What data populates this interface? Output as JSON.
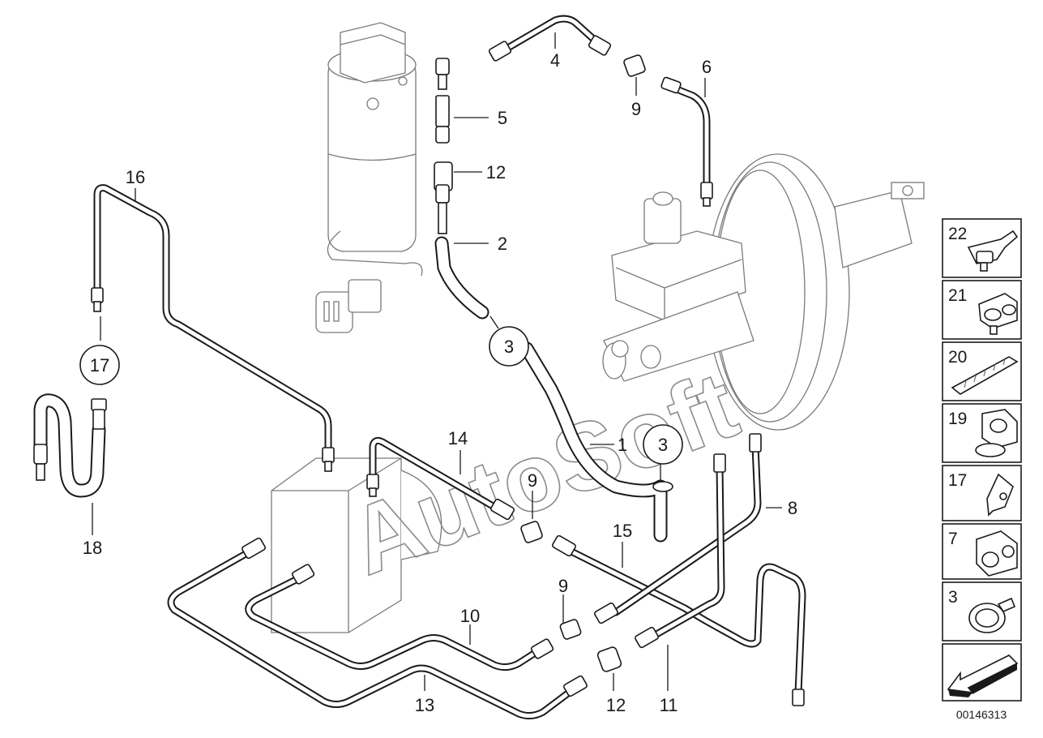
{
  "watermark": "AutoSoft",
  "reference_number": "00146313",
  "callouts": [
    {
      "id": "c1",
      "label": "1"
    },
    {
      "id": "c2",
      "label": "2"
    },
    {
      "id": "c3a",
      "label": "3"
    },
    {
      "id": "c3b",
      "label": "3"
    },
    {
      "id": "c4",
      "label": "4"
    },
    {
      "id": "c5",
      "label": "5"
    },
    {
      "id": "c6",
      "label": "6"
    },
    {
      "id": "c8",
      "label": "8"
    },
    {
      "id": "c9a",
      "label": "9"
    },
    {
      "id": "c9b",
      "label": "9"
    },
    {
      "id": "c9c",
      "label": "9"
    },
    {
      "id": "c10",
      "label": "10"
    },
    {
      "id": "c11",
      "label": "11"
    },
    {
      "id": "c12a",
      "label": "12"
    },
    {
      "id": "c12b",
      "label": "12"
    },
    {
      "id": "c13",
      "label": "13"
    },
    {
      "id": "c14",
      "label": "14"
    },
    {
      "id": "c15",
      "label": "15"
    },
    {
      "id": "c16",
      "label": "16"
    },
    {
      "id": "c17",
      "label": "17"
    },
    {
      "id": "c18",
      "label": "18"
    }
  ],
  "index_panel": [
    {
      "label": "22",
      "icon": "clip-22-icon"
    },
    {
      "label": "21",
      "icon": "clip-21-icon"
    },
    {
      "label": "20",
      "icon": "holder-20-icon"
    },
    {
      "label": "19",
      "icon": "clip-19-icon"
    },
    {
      "label": "17",
      "icon": "bracket-17-icon"
    },
    {
      "label": "7",
      "icon": "clip-7-icon"
    },
    {
      "label": "3",
      "icon": "hose-clamp-3-icon"
    }
  ],
  "nav_icon": "arrow-back-icon"
}
